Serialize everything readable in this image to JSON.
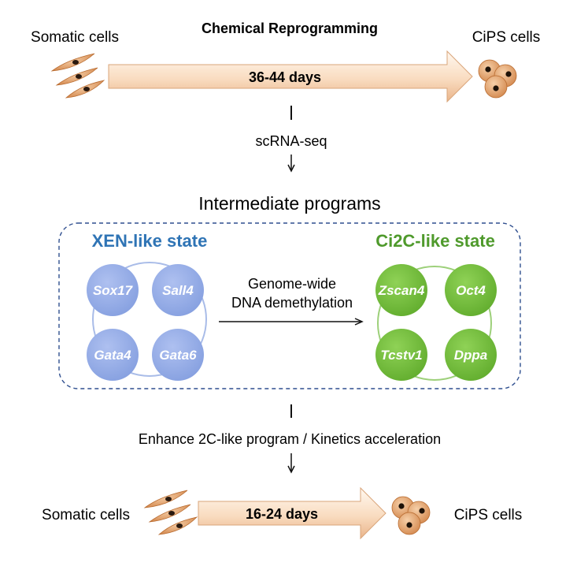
{
  "top": {
    "title": "Chemical Reprogramming",
    "left_label": "Somatic cells",
    "right_label": "CiPS cells",
    "duration": "36-44 days"
  },
  "step1": {
    "method": "scRNA-seq"
  },
  "middle": {
    "heading": "Intermediate programs",
    "xen": {
      "title": "XEN-like state",
      "genes": [
        "Sox17",
        "Sall4",
        "Gata4",
        "Gata6"
      ],
      "color": "#2f74b5",
      "circle_color": "#8fa8e8"
    },
    "ci2c": {
      "title": "Ci2C-like state",
      "genes": [
        "Zscan4",
        "Oct4",
        "Tcstv1",
        "Dppa"
      ],
      "color": "#4f9a2c",
      "circle_color": "#7cc043"
    },
    "transition_line1": "Genome-wide",
    "transition_line2": "DNA demethylation"
  },
  "step2": {
    "method": "Enhance 2C-like program / Kinetics acceleration"
  },
  "bottom": {
    "left_label": "Somatic cells",
    "right_label": "CiPS cells",
    "duration": "16-24 days"
  },
  "colors": {
    "arrow_fill_light": "#fdf1e6",
    "arrow_fill_dark": "#f3c9a4",
    "box_border": "#2f4f8f",
    "cell_body": "#d9894a",
    "nucleus": "#222222"
  }
}
